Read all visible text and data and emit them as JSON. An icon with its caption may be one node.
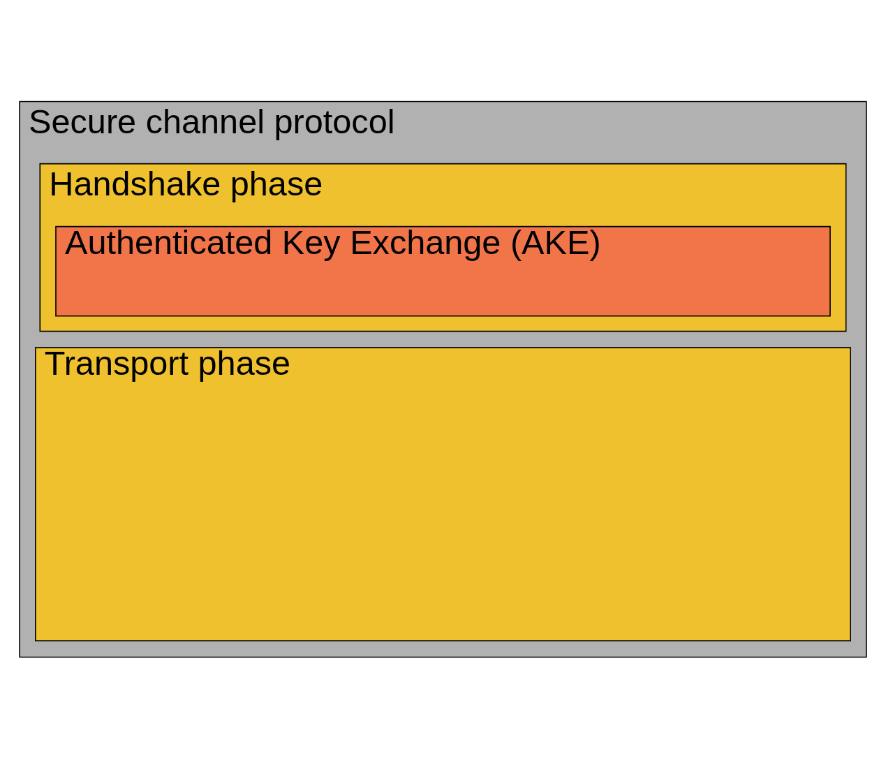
{
  "diagram": {
    "nodes": [
      {
        "text": [
          "Secure channel protocol"
        ]
      },
      {
        "text": [
          "Handshake phase"
        ],
        "in": 0
      },
      {
        "text": [
          "Authenticated Key Exchange (AKE)"
        ],
        "in": 1
      },
      {
        "text": [
          "Transport phase"
        ],
        "in": 0
      }
    ]
  }
}
